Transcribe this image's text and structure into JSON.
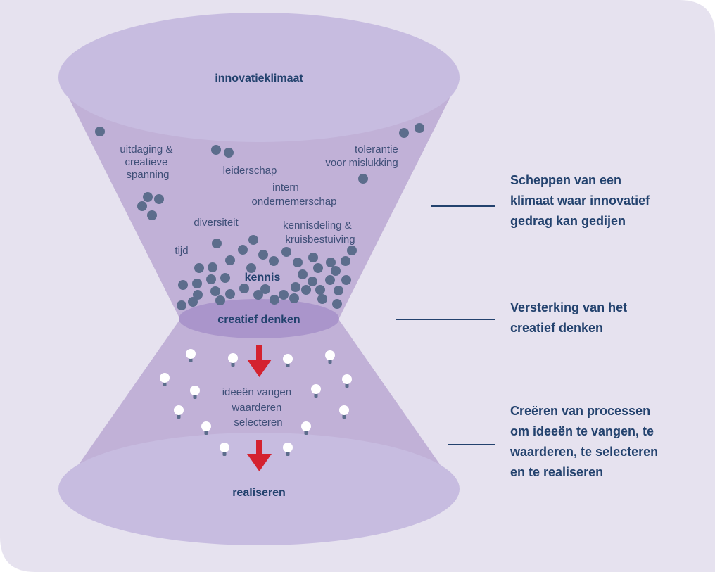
{
  "colors": {
    "background": "#e6e2ef",
    "funnel": "#c1b1d7",
    "ellipse_top": "#c7bce0",
    "waist": "#aa95cb",
    "dot": "#5c6d8c",
    "text": "#23426e",
    "arrow": "#d4222f",
    "bulb": "#ffffff",
    "bulb_base": "#5c6d8c",
    "leader_line": "#23426e"
  },
  "top": {
    "title": "innovatieklimaat",
    "labels": {
      "uitdaging": [
        "uitdaging &",
        "creatieve",
        "spanning"
      ],
      "leiderschap": "leiderschap",
      "tolerantie": [
        "tolerantie",
        "voor mislukking"
      ],
      "intern": [
        "intern",
        "ondernemerschap"
      ],
      "diversiteit": "diversiteit",
      "kennisdeling": [
        "kennisdeling &",
        "kruisbestuiving"
      ],
      "tijd": "tijd",
      "kennis": "kennis"
    }
  },
  "waist": {
    "label": "creatief denken"
  },
  "bottom": {
    "process": [
      "ideeën vangen",
      "waarderen",
      "selecteren"
    ],
    "base_label": "realiseren"
  },
  "side_notes": [
    [
      "Scheppen van een",
      "klimaat waar innovatief",
      "gedrag kan gedijen"
    ],
    [
      "Versterking van het",
      "creatief denken"
    ],
    [
      "Creëren van processen",
      "om ideeën te vangen, te",
      "waarderen, te selecteren",
      "en te realiseren"
    ]
  ],
  "icons": {
    "dot": "knowledge-dot-icon",
    "bulb": "light-bulb-icon",
    "arrow": "down-arrow-icon"
  }
}
